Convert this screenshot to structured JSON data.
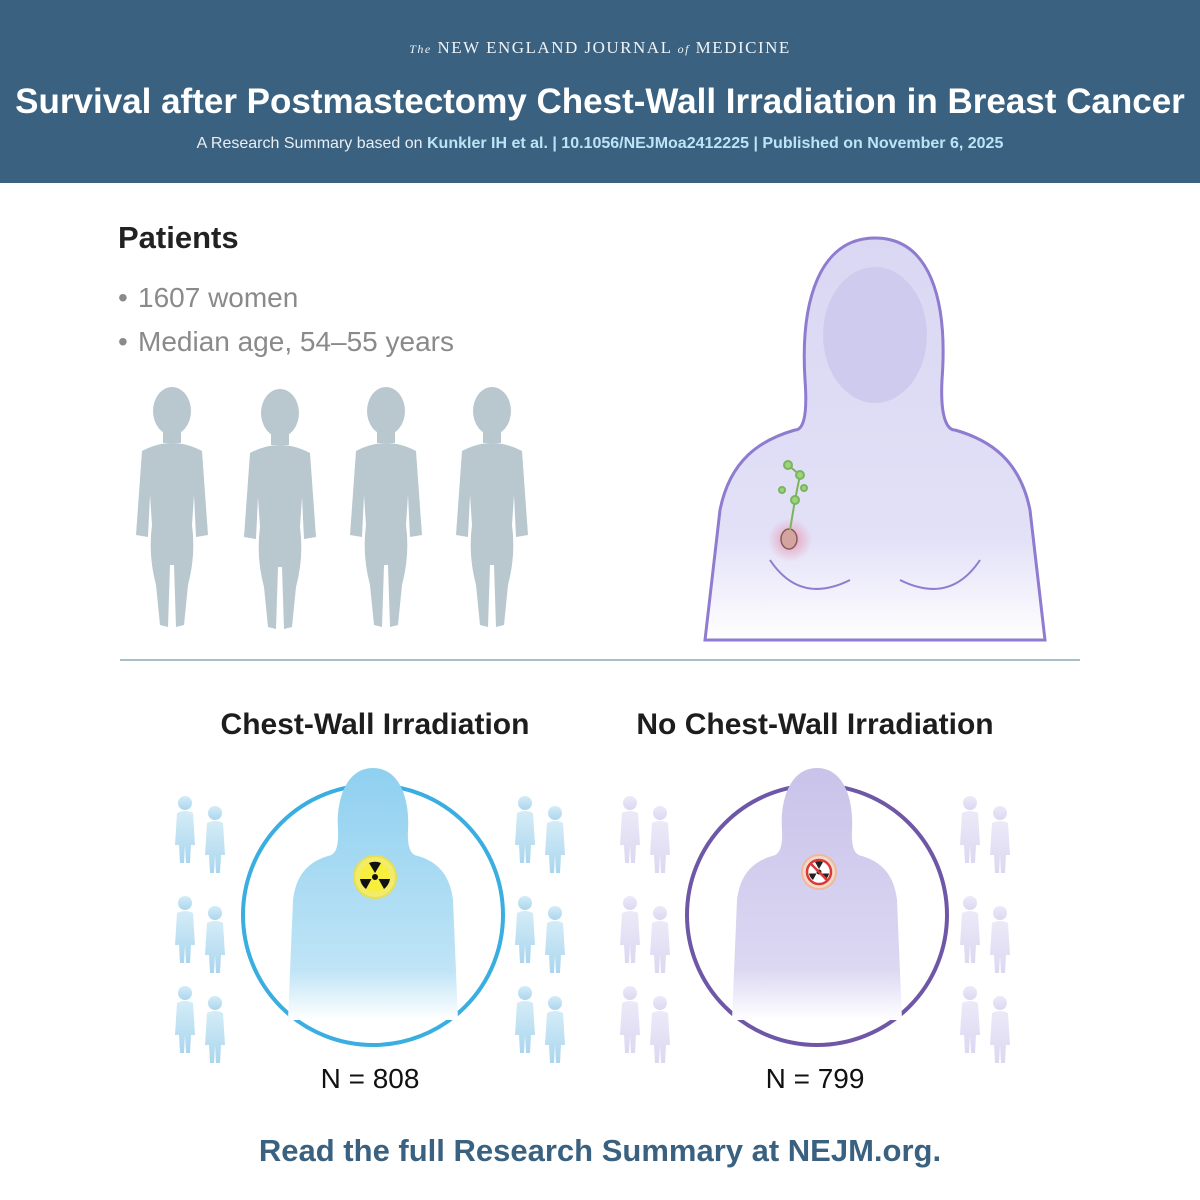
{
  "header": {
    "journal_pre": "The",
    "journal_main": "NEW ENGLAND JOURNAL",
    "journal_of": "of",
    "journal_end": "MEDICINE",
    "title": "Survival after Postmastectomy Chest-Wall Irradiation in Breast Cancer",
    "subline_prefix": "A Research Summary based on ",
    "authors": "Kunkler IH et al.",
    "sep1": " | ",
    "doi": "10.1056/NEJMoa2412225",
    "sep2": " | ",
    "published": "Published on November 6, 2025"
  },
  "patients": {
    "heading": "Patients",
    "bullets": [
      "1607 women",
      "Median age, 54–55 years"
    ]
  },
  "arms": [
    {
      "title": "Chest-Wall Irradiation",
      "n": "N = 808",
      "color": "#3aaee0",
      "icon": "radiation-icon"
    },
    {
      "title": "No Chest-Wall Irradiation",
      "n": "N = 799",
      "color": "#6f57a8",
      "icon": "no-radiation-icon"
    }
  ],
  "footer": "Read the full Research Summary at NEJM.org.",
  "colors": {
    "header_bg": "#3a6280",
    "silhouette": "#b9c8cf",
    "torso_fill": "#d9d7f2",
    "torso_outline": "#8f7bcf",
    "irradiation_blue": "#3aaee0",
    "control_purple": "#6f57a8"
  }
}
